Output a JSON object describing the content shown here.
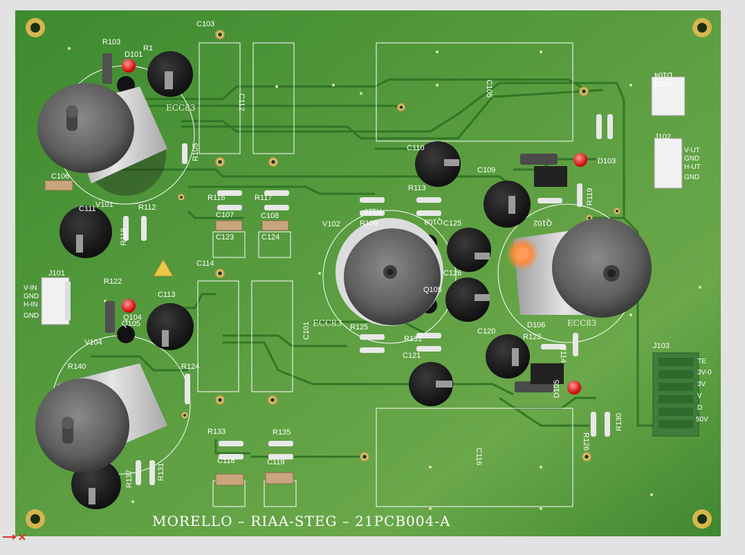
{
  "board": {
    "title": "MORELLO  –  RIAA-STEG  –  21PCB004-A",
    "colors": {
      "board": "#3f8a31",
      "board_light": "#6fae4a",
      "trace": "#2f7a25",
      "silkscreen": "#ffffff",
      "pad": "#c9a64a"
    }
  },
  "labels": {
    "c103": "C103",
    "r103": "R103",
    "d101": "D101",
    "r1": "R1",
    "ecc83_top": "ECC83",
    "c112": "C112",
    "c105": "C105",
    "d104": "D104",
    "k101": "K101",
    "j102": "J102",
    "j102_pins": [
      "V-UT",
      "GND",
      "H-UT",
      "GND"
    ],
    "r105": "R105",
    "c110": "C110",
    "d103": "D103",
    "c106": "C106",
    "c109": "C109",
    "r113": "R113",
    "r119": "R119",
    "r116": "R116",
    "r117": "R117",
    "v101": "V101",
    "r112": "R112",
    "c111": "C111",
    "r118": "R118",
    "c107": "C107",
    "c108": "C108",
    "c123": "C123",
    "c124": "C124",
    "r110": "R110",
    "v102": "V102",
    "r106": "R106",
    "q108": "Q108",
    "c125": "C125",
    "q102": "Q102",
    "j101": "J101",
    "j101_pins": [
      "V-IN",
      "GND",
      "H-IN",
      "GND"
    ],
    "c114": "C114",
    "r122": "R122",
    "c113": "C113",
    "c126": "C126",
    "q104": "Q104",
    "q105_left": "Q105",
    "q105_mid": "Q105",
    "v104": "V104",
    "c101": "C101",
    "ecc83_mid": "ECC83",
    "r125": "R125",
    "d106": "D106",
    "ecc83_right": "ECC83",
    "r140": "R140",
    "r124": "R124",
    "r131_top": "R131",
    "c121": "C121",
    "c120": "C120",
    "r123": "R123",
    "r114": "R114",
    "j103": "J103",
    "j103_pins": [
      "TE",
      "3V-0",
      "3V",
      "V",
      "D",
      "50V"
    ],
    "d105": "D105",
    "r126": "R126",
    "r130": "R130",
    "r133": "R133",
    "r135": "R135",
    "c118": "C118",
    "c119": "C119",
    "c116": "C116",
    "r137": "R137",
    "r131": "R131"
  }
}
